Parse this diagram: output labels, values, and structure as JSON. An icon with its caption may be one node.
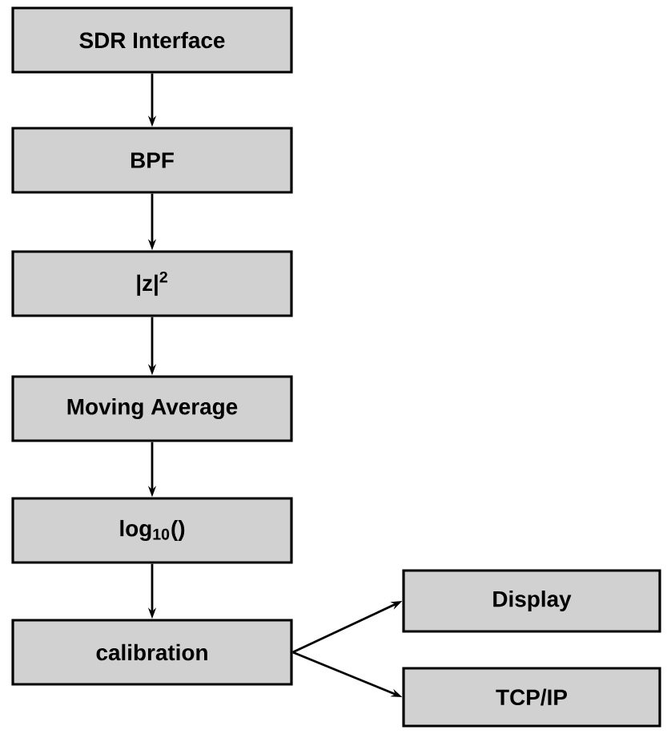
{
  "diagram": {
    "nodes": [
      {
        "text": [
          "SDR Interface"
        ]
      },
      {
        "text": [
          "BPF"
        ]
      },
      {
        "text": [
          "|z|$^{2}$"
        ]
      },
      {
        "text": [
          "Moving Average"
        ]
      },
      {
        "text": [
          "log$_{10}$()"
        ]
      },
      {
        "text": [
          "calibration"
        ]
      },
      {
        "text": [
          "Display"
        ]
      },
      {
        "text": [
          "TCP/IP"
        ]
      }
    ],
    "edges": [
      {
        "from": 0,
        "to": 1,
        "arrow": "to"
      },
      {
        "from": 1,
        "to": 2,
        "arrow": "to"
      },
      {
        "from": 2,
        "to": 3,
        "arrow": "to"
      },
      {
        "from": 3,
        "to": 4,
        "arrow": "to"
      },
      {
        "from": 4,
        "to": 5,
        "arrow": "to"
      },
      {
        "from": 5,
        "to": 6,
        "arrow": "to"
      },
      {
        "from": 5,
        "to": 7,
        "arrow": "to"
      }
    ]
  }
}
